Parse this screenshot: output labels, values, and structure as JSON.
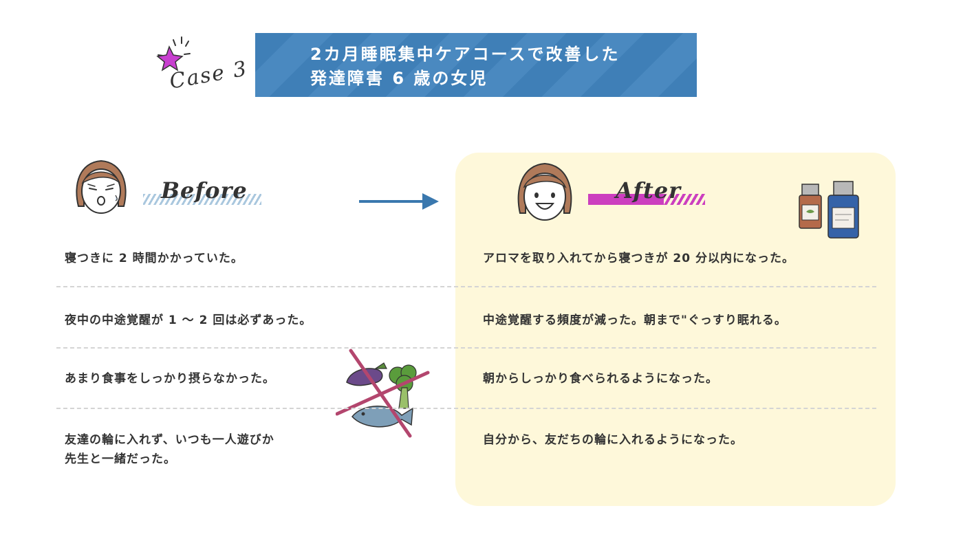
{
  "header": {
    "case_label": "Case 3",
    "title_line1": "2カ月睡眠集中ケアコースで改善した",
    "title_line2": "発達障害 6 歳の女児"
  },
  "before": {
    "label": "Before",
    "items": [
      "寝つきに 2 時間かかっていた。",
      "夜中の中途覚醒が 1 ～ 2 回は必ずあった。",
      "あまり食事をしっかり摂らなかった。",
      "友達の輪に入れず、いつも一人遊びか\n先生と一緒だった。"
    ]
  },
  "after": {
    "label": "After",
    "items": [
      "アロマを取り入れてから寝つきが 20 分以内になった。",
      "中途覚醒する頻度が減った。朝まで\"ぐっすり眠れる。",
      "朝からしっかり食べられるようになった。",
      "自分から、友だちの輪に入れるようになった。"
    ]
  },
  "colors": {
    "banner": "#3f7fb7",
    "arrow": "#3a78ae",
    "after_panel": "#fef8da",
    "after_accent": "#cc3fbf",
    "before_accent": "#a9c7de",
    "star": "#c83fd0"
  },
  "icons": [
    "sparkle-star-icon",
    "arrow-right-icon",
    "aroma-bottles-icon",
    "crossed-food-icon",
    "sleepy-girl-face",
    "smiling-girl-face"
  ]
}
